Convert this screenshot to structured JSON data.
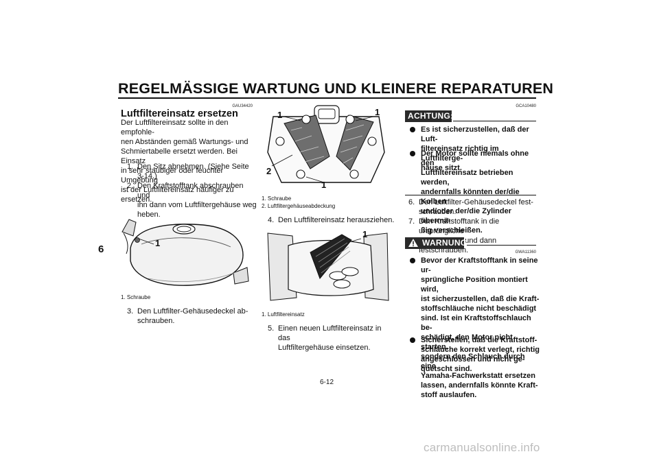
{
  "header": {
    "title": "REGELMÄSSIGE WARTUNG UND KLEINERE REPARATUREN"
  },
  "chapter_tab": "6",
  "left": {
    "code": "GAU34420",
    "heading": "Luftfiltereinsatz ersetzen",
    "intro": [
      "Der Luftfiltereinsatz sollte in den empfohle-",
      "nen Abständen gemäß Wartungs- und",
      "Schmiertabelle ersetzt werden. Bei Einsatz",
      "in sehr staubiger oder feuchter Umgebung",
      "ist der Luftfiltereinsatz häufiger zu ersetzen."
    ],
    "steps": [
      {
        "num": "1.",
        "lines": [
          "Den Sitz abnehmen. (Siehe Seite",
          "3-14.)"
        ]
      },
      {
        "num": "2.",
        "lines": [
          "Den Kraftstofftank abschrauben und",
          "ihn dann vom Luftfiltergehäuse weg",
          "heben."
        ]
      }
    ],
    "figure_callout": "1",
    "figure_caption": "1. Schraube",
    "step3": {
      "num": "3.",
      "lines": [
        "Den Luftfilter-Gehäusedeckel ab-",
        "schrauben."
      ]
    }
  },
  "middle": {
    "figure1_callouts": [
      "1",
      "1",
      "2",
      "1"
    ],
    "figure1_captions": [
      "1. Schraube",
      "2. Luftfiltergehäuseabdeckung"
    ],
    "step4": {
      "num": "4.",
      "text": "Den Luftfiltereinsatz herausziehen."
    },
    "figure2_callout": "1",
    "figure2_caption": "1. Luftfiltereinsatz",
    "step5": {
      "num": "5.",
      "lines": [
        "Einen neuen Luftfiltereinsatz in das",
        "Luftfiltergehäuse einsetzen."
      ]
    }
  },
  "right": {
    "caution_label": "ACHTUNG:",
    "caution_code": "GCA10480",
    "caution_bullets": [
      [
        "Es ist sicherzustellen, daß der Luft-",
        "filtereinsatz richtig im Luftfilterge-",
        "häuse sitzt."
      ],
      [
        "Der Motor sollte niemals ohne den",
        "Luftfiltereinsatz betrieben werden,",
        "andernfalls könnten der/die Kolben",
        "und/oder der/die Zylinder übermä-",
        "ßig verschleißen."
      ]
    ],
    "steps": [
      {
        "num": "6.",
        "lines": [
          "Den Luftfilter-Gehäusedeckel fest-",
          "schrauben."
        ]
      },
      {
        "num": "7.",
        "lines": [
          "Den Kraftstofftank in die ursprüngliche",
          "Lage bringen und dann festschrauben."
        ]
      }
    ],
    "warning_label": "WARNUNG",
    "warning_code": "GWA11360",
    "warning_bullets": [
      [
        "Bevor der Kraftstofftank in seine ur-",
        "sprüngliche Position montiert wird,",
        "ist sicherzustellen, daß die Kraft-",
        "stoffschläuche nicht beschädigt",
        "sind. Ist ein Kraftstoffschlauch be-",
        "schädigt, den Motor nicht starten,",
        "sondern den Schlauch durch eine",
        "Yamaha-Fachwerkstatt ersetzen",
        "lassen, andernfalls könnte Kraft-",
        "stoff auslaufen."
      ],
      [
        "Sicherstellen, daß die Kraftstoff-",
        "schläuche korrekt verlegt, richtig",
        "angeschlossen und nicht ge-",
        "quetscht sind."
      ]
    ]
  },
  "footer": {
    "page_number": "6-12"
  },
  "watermark": "carmanualsonline.info"
}
